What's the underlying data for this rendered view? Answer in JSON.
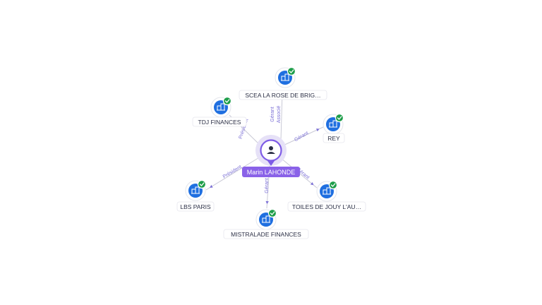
{
  "center": {
    "label": "Marin LAHONDE",
    "icon": "person-icon"
  },
  "companies": [
    {
      "id": "scea",
      "label": "SCEA LA ROSE DE BRIG…",
      "icon": "building-icon",
      "verified": true
    },
    {
      "id": "tdj",
      "label": "TDJ FINANCES",
      "icon": "building-icon",
      "verified": true
    },
    {
      "id": "rey",
      "label": "REY",
      "icon": "building-icon",
      "verified": true
    },
    {
      "id": "lbs",
      "label": "LBS PARIS",
      "icon": "building-icon",
      "verified": true
    },
    {
      "id": "toiles",
      "label": "TOILES DE JOUY L'AU…",
      "icon": "building-icon",
      "verified": true
    },
    {
      "id": "mistral",
      "label": "MISTRALADE FINANCES",
      "icon": "building-icon",
      "verified": true
    }
  ],
  "relations": [
    {
      "to": "scea",
      "labels": [
        "Gérant",
        "Associé"
      ]
    },
    {
      "to": "tdj",
      "labels": [
        "Président"
      ]
    },
    {
      "to": "rey",
      "labels": [
        "Gérant"
      ]
    },
    {
      "to": "lbs",
      "labels": [
        "Président"
      ]
    },
    {
      "to": "toiles",
      "labels": [
        "Gérant"
      ]
    },
    {
      "to": "mistral",
      "labels": [
        "Gérant"
      ]
    }
  ],
  "colors": {
    "accent": "#8a62e8",
    "company": "#1f6fe0",
    "verified": "#1e9e4a",
    "relation_text": "#7b6fd6"
  }
}
